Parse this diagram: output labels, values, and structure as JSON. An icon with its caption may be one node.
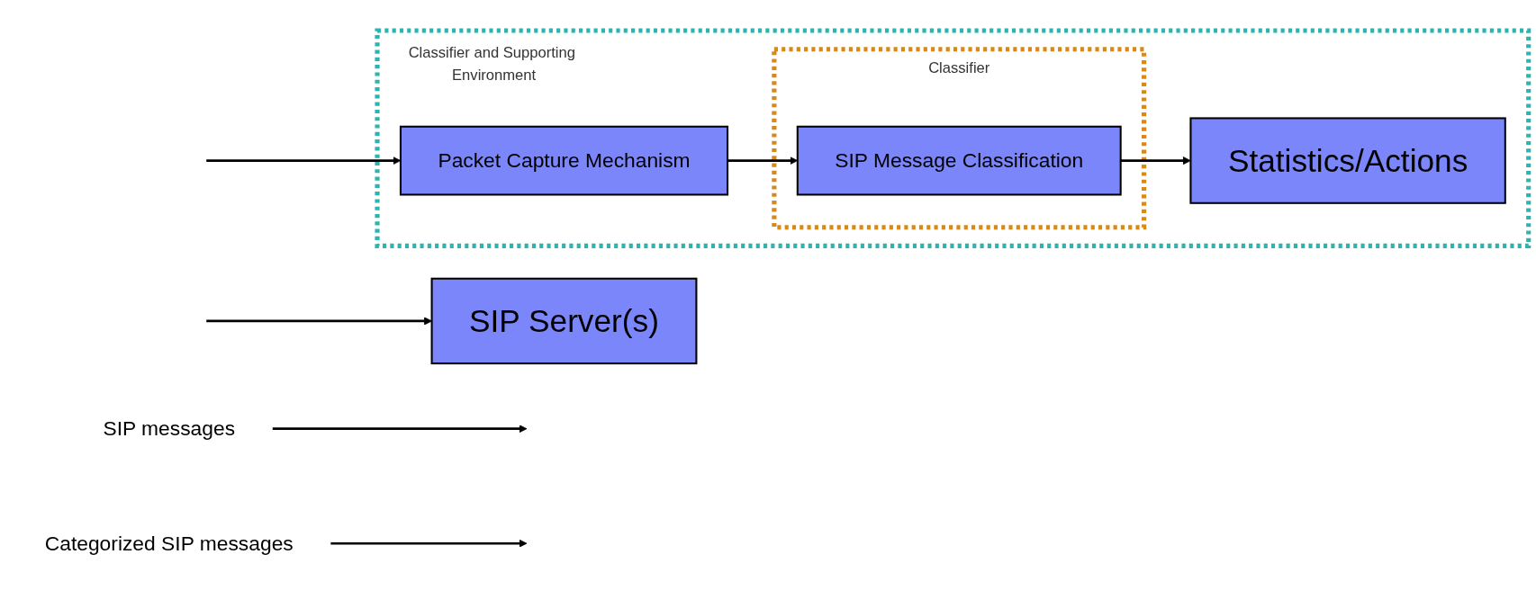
{
  "diagram": {
    "nodes": [
      {
        "text": [
          "Classifier and Supporting Environment"
        ]
      },
      {
        "text": [
          "Packet Capture Mechanism"
        ],
        "in": 0
      },
      {
        "text": [
          "Classifier"
        ],
        "in": 0
      },
      {
        "text": [
          "SIP Message Classification"
        ],
        "in": 2
      },
      {
        "text": [
          "Statistics/Actions"
        ],
        "in": 0
      },
      {
        "text": [
          "SIP Server(s)"
        ]
      },
      {
        "text": [
          "SIP messages"
        ]
      },
      {
        "text": [
          "Categorized SIP messages"
        ]
      }
    ],
    "edges": [
      {
        "from": null,
        "to": 1,
        "arrow": "to"
      },
      {
        "from": null,
        "to": 5,
        "arrow": "to"
      },
      {
        "from": 1,
        "to": 3,
        "arrow": "to"
      },
      {
        "from": 3,
        "to": 4,
        "arrow": "to"
      },
      {
        "from": 6,
        "to": null,
        "arrow": "to"
      },
      {
        "from": 7,
        "to": null,
        "arrow": "to"
      }
    ]
  }
}
